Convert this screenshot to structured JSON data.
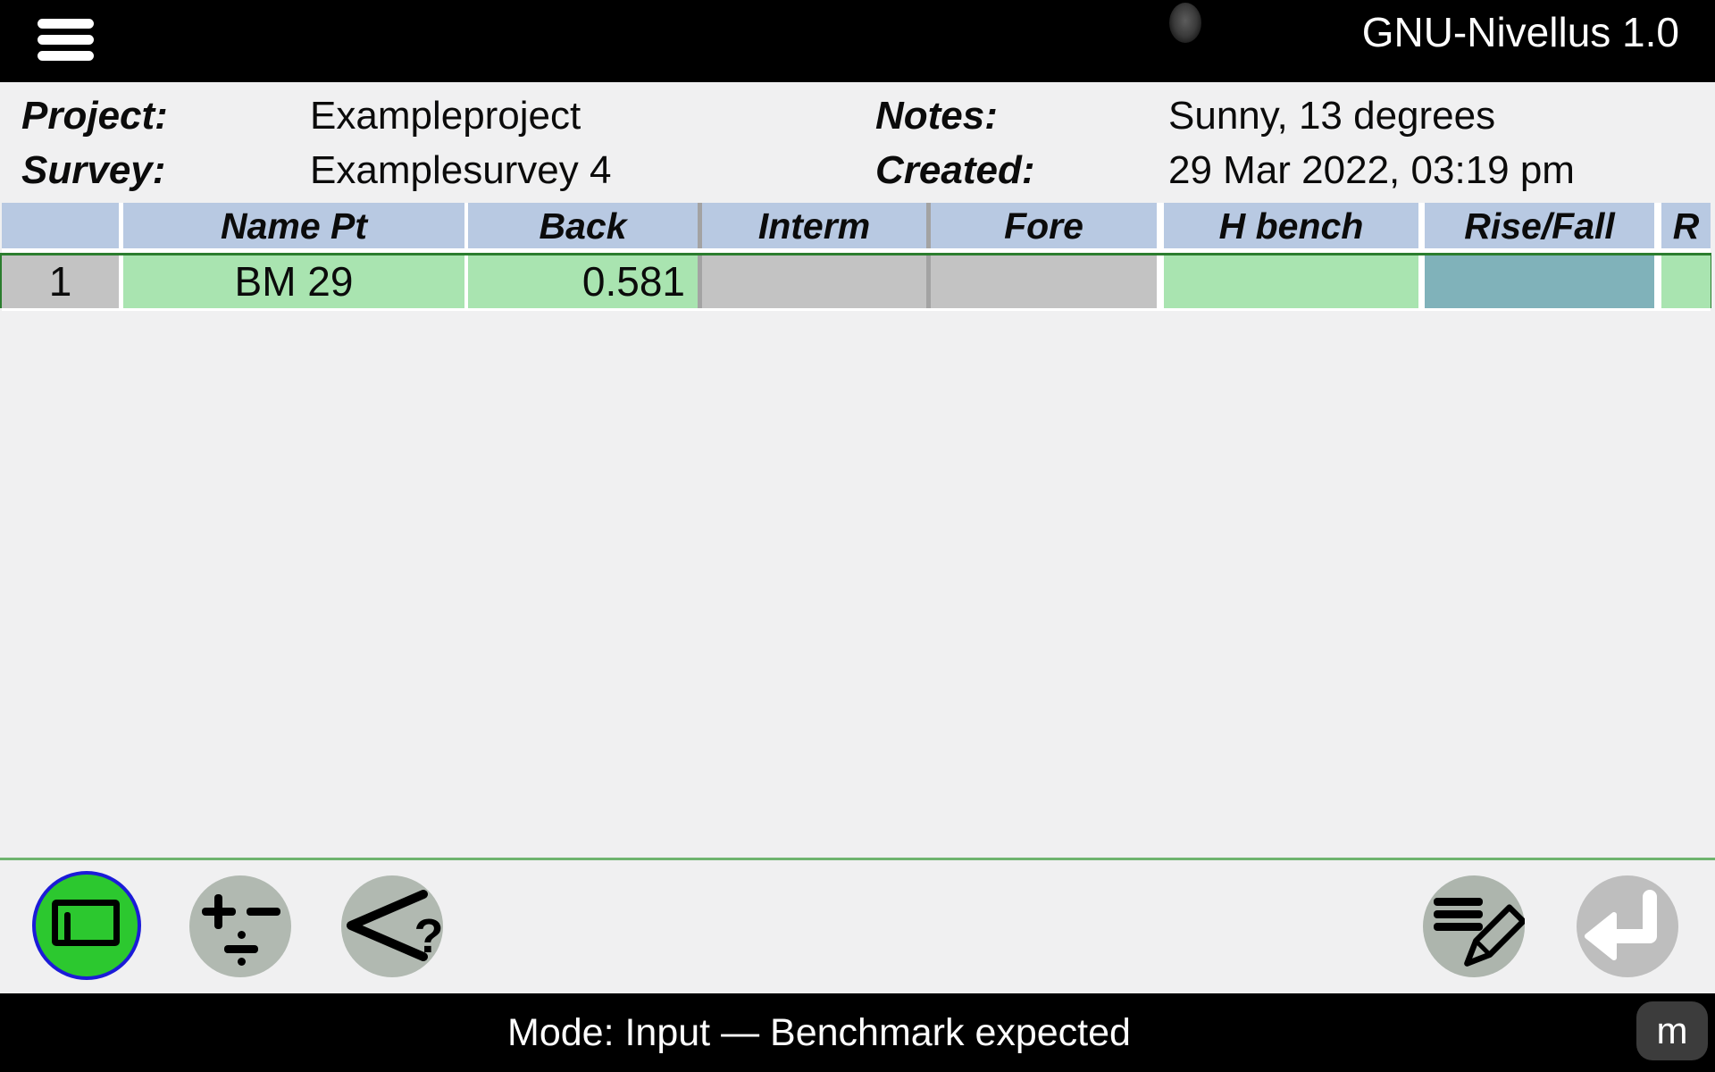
{
  "app": {
    "title": "GNU-Nivellus 1.0"
  },
  "topbar": {
    "menu_icon": "hamburger-menu",
    "camera_cutout": "camera-punch-hole"
  },
  "info": {
    "project": {
      "label": "Project:",
      "value": "Exampleproject"
    },
    "survey": {
      "label": "Survey:",
      "value": "Examplesurvey 4"
    },
    "notes": {
      "label": "Notes:",
      "value": "Sunny, 13 degrees"
    },
    "created": {
      "label": "Created:",
      "value": "29 Mar 2022, 03:19 pm"
    }
  },
  "table": {
    "headers": [
      "",
      "Name Pt",
      "Back",
      "Interm",
      "Fore",
      "H bench",
      "Rise/Fall",
      "R"
    ],
    "rows": [
      {
        "num": "1",
        "name_pt": "BM 29",
        "back": "0.581",
        "interm": "",
        "fore": "",
        "h_bench": "",
        "rise_fall": "",
        "r": ""
      }
    ]
  },
  "toolbar": {
    "icons": [
      "level-board-icon",
      "plus-minus-divide-icon",
      "angle-question-icon",
      "list-pencil-icon",
      "return-arrow-icon"
    ],
    "angle_question_mark": "?"
  },
  "status": {
    "mode_text": "Mode: Input — Benchmark expected",
    "unit_badge": "m"
  },
  "colors": {
    "header_blue": "#b8c9e2",
    "cell_green": "#a9e4b0",
    "cell_gray": "#c3c3c3",
    "cell_teal": "#80b2ba",
    "row_border_green": "#2b7d2e",
    "divider_gray": "#a3a3a3",
    "toolbar_line_green": "#6fb46f",
    "active_button_green": "#2cc82f",
    "active_button_ring_blue": "#1b1bd8",
    "button_gray": "#b1b9b1",
    "badge_gray": "#3c3c3c"
  }
}
